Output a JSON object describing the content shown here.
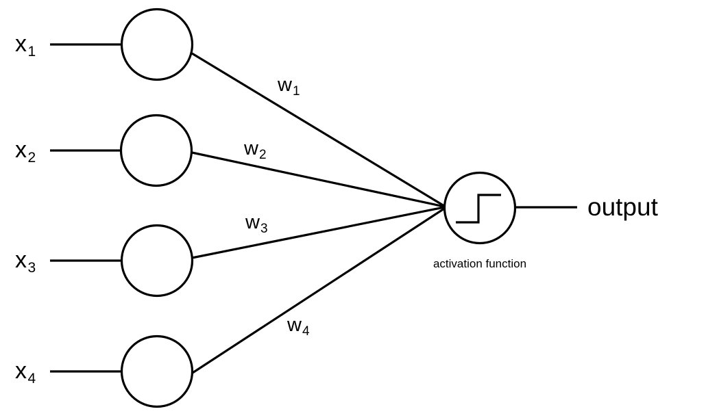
{
  "diagram": {
    "title": "artificial neuron / perceptron diagram",
    "background_color": "#ffffff",
    "stroke_color": "#000000",
    "inputs": [
      {
        "name": "input-1",
        "label": "x",
        "subscript": "1"
      },
      {
        "name": "input-2",
        "label": "x",
        "subscript": "2"
      },
      {
        "name": "input-3",
        "label": "x",
        "subscript": "3"
      },
      {
        "name": "input-4",
        "label": "x",
        "subscript": "4"
      }
    ],
    "weights": [
      {
        "name": "weight-1",
        "label": "w",
        "subscript": "1"
      },
      {
        "name": "weight-2",
        "label": "w",
        "subscript": "2"
      },
      {
        "name": "weight-3",
        "label": "w",
        "subscript": "3"
      },
      {
        "name": "weight-4",
        "label": "w",
        "subscript": "4"
      }
    ],
    "activation": {
      "caption": "activation function",
      "glyph": "step-function-icon"
    },
    "output": {
      "label": "output"
    }
  }
}
